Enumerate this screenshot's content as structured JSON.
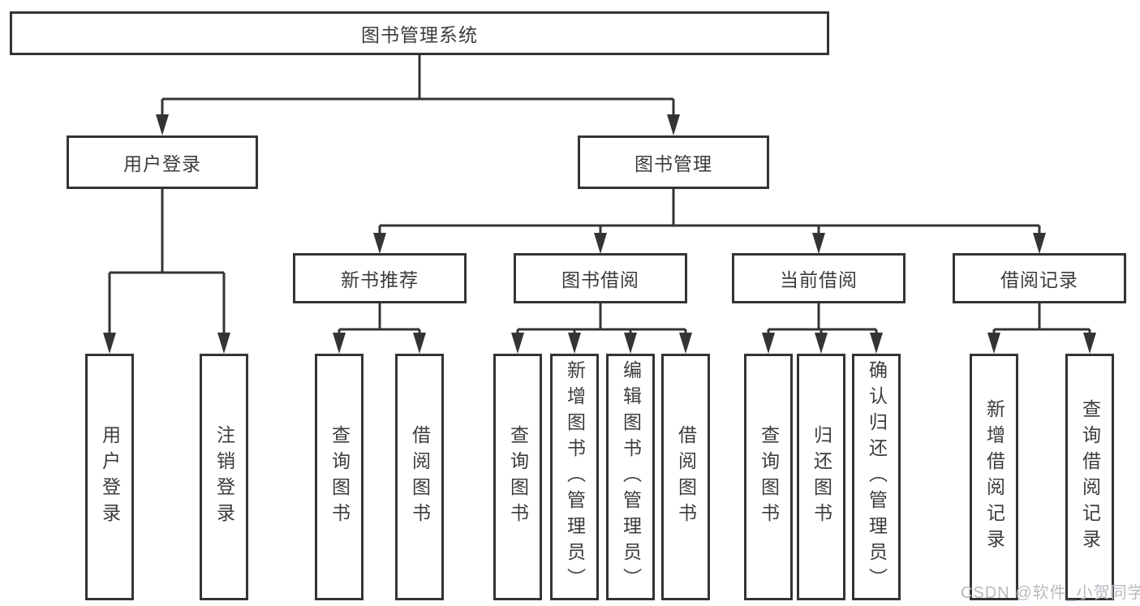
{
  "tree": {
    "label": "图书管理系统",
    "children": [
      {
        "label": "用户登录",
        "children": [
          {
            "label": "用户登录"
          },
          {
            "label": "注销登录"
          }
        ]
      },
      {
        "label": "图书管理",
        "children": [
          {
            "label": "新书推荐",
            "children": [
              {
                "label": "查询图书"
              },
              {
                "label": "借阅图书"
              }
            ]
          },
          {
            "label": "图书借阅",
            "children": [
              {
                "label": "查询图书"
              },
              {
                "label": "新增图书（管理员）"
              },
              {
                "label": "编辑图书（管理员）"
              },
              {
                "label": "借阅图书"
              }
            ]
          },
          {
            "label": "当前借阅",
            "children": [
              {
                "label": "查询图书"
              },
              {
                "label": "归还图书"
              },
              {
                "label": "确认归还（管理员）"
              }
            ]
          },
          {
            "label": "借阅记录",
            "children": [
              {
                "label": "新增借阅记录"
              },
              {
                "label": "查询借阅记录"
              }
            ]
          }
        ]
      }
    ]
  },
  "watermark": {
    "text": "CSDN @软件_小贺同学"
  },
  "colors": {
    "line": "#343434",
    "text": "#3c3c3c",
    "box_background": "#ffffff",
    "page_background": "#ffffff",
    "watermark": "#b7bbc0"
  }
}
